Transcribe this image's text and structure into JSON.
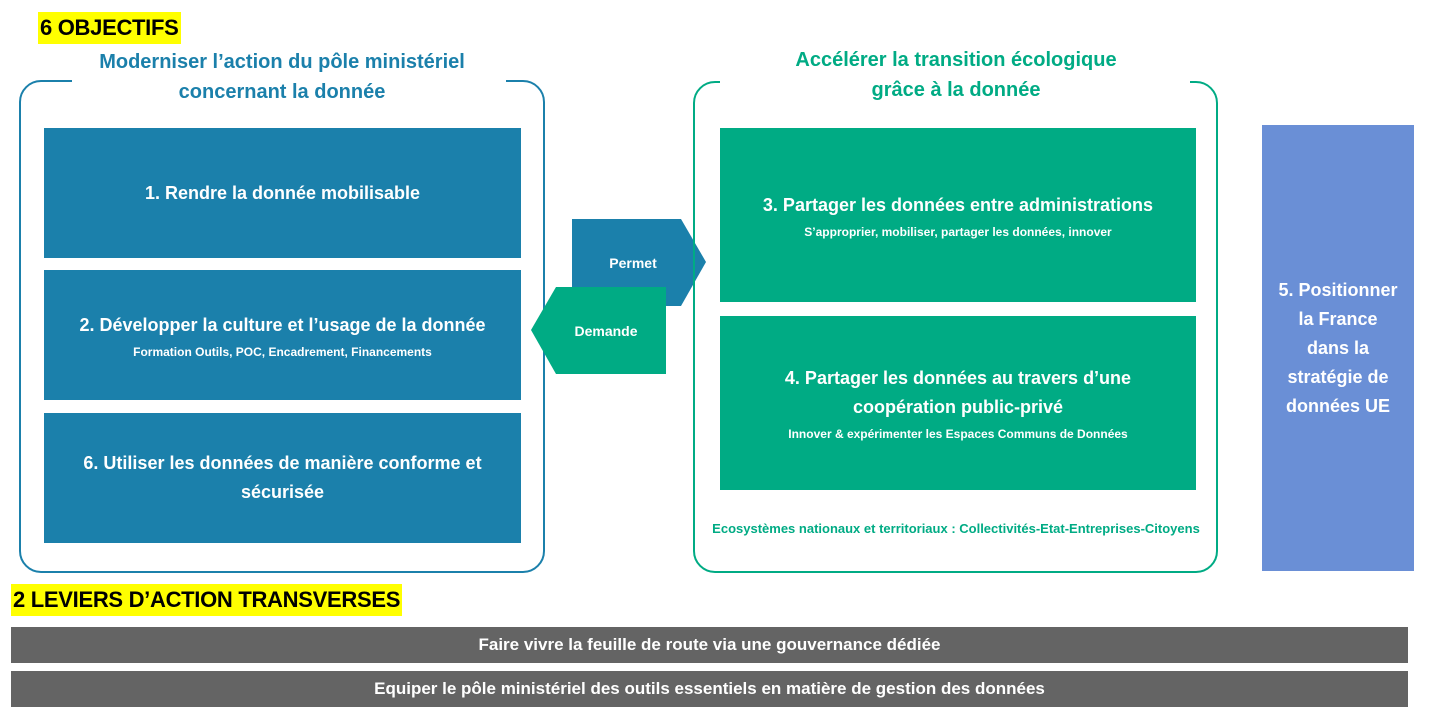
{
  "headings": {
    "objectives": "6 OBJECTIFS",
    "levers": "2 LEVIERS D’ACTION TRANSVERSES"
  },
  "groups": {
    "left": {
      "title_line1": "Moderniser l’action du pôle ministériel",
      "title_line2": "concernant la donnée",
      "color": "#1b80ab"
    },
    "right": {
      "title_line1": "Accélérer la transition écologique",
      "title_line2": "grâce à la donnée",
      "color": "#00ab84",
      "footer": "Ecosystèmes nationaux et territoriaux : Collectivités-Etat-Entreprises-Citoyens"
    }
  },
  "objectives": [
    {
      "id": 1,
      "title": "1. Rendre la donnée mobilisable",
      "subtitle": ""
    },
    {
      "id": 2,
      "title": "2. Développer la culture et l’usage de la donnée",
      "subtitle": "Formation Outils, POC, Encadrement, Financements"
    },
    {
      "id": 6,
      "title": "6. Utiliser les données de manière conforme et sécurisée",
      "subtitle": ""
    },
    {
      "id": 3,
      "title": "3. Partager les données entre administrations",
      "subtitle": "S’approprier, mobiliser, partager les données, innover"
    },
    {
      "id": 4,
      "title": "4. Partager les données au travers d’une coopération public-privé",
      "subtitle": "Innover & expérimenter les Espaces Communs de Données"
    },
    {
      "id": 5,
      "title": "5. Positionner la France dans la stratégie de données UE",
      "subtitle": ""
    }
  ],
  "arrows": {
    "permet": {
      "label": "Permet",
      "color": "#1b80ab"
    },
    "demande": {
      "label": "Demande",
      "color": "#00ab84"
    }
  },
  "levers": [
    "Faire vivre la feuille de route via une gouvernance dédiée",
    "Equiper le pôle ministériel des outils essentiels en matière de gestion des données"
  ],
  "colors": {
    "highlight": "#ffff00",
    "blue": "#1b80ab",
    "green": "#00ab84",
    "periwinkle": "#6a8fd6",
    "gray": "#646464"
  }
}
